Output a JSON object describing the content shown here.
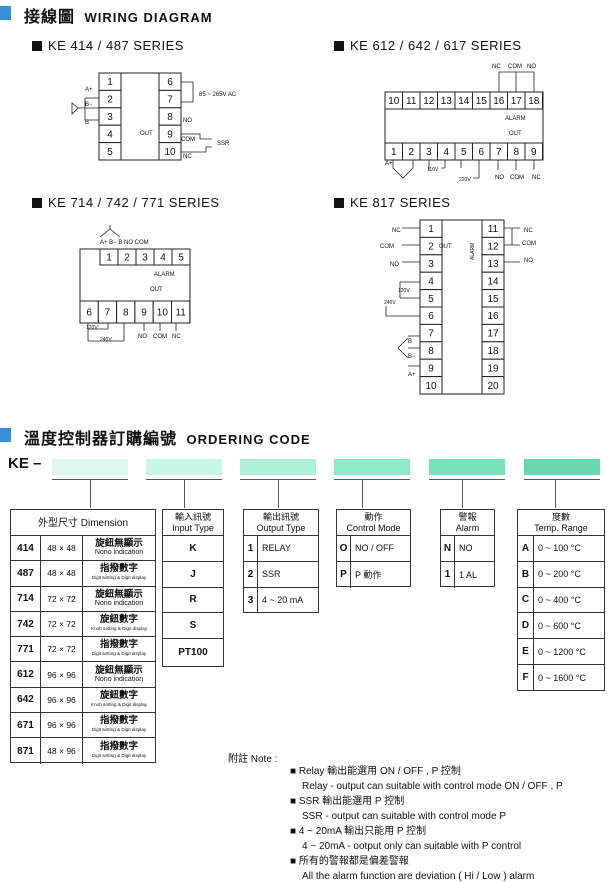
{
  "header": {
    "title_cn": "接線圖",
    "title_en": "WIRING DIAGRAM"
  },
  "series": {
    "s1": "KE 414 / 487  SERIES",
    "s2": "KE 612 / 642 / 617  SERIES",
    "s3": "KE 714 / 742 / 771  SERIES",
    "s4": "KE 817  SERIES"
  },
  "diag": {
    "d1_left": [
      "1",
      "2",
      "3",
      "4",
      "5"
    ],
    "d1_right": [
      "6",
      "7",
      "8",
      "9",
      "10"
    ],
    "d1_power": "85 ~ 265V AC",
    "d1_out": "OUT",
    "d1_ssr": "SSR",
    "d1_no": "NO",
    "d1_com": "COM",
    "d1_nc": "NC",
    "d1_ap": "A+",
    "d1_bm": "B−",
    "d1_b": "B",
    "d2_top": [
      "10",
      "11",
      "12",
      "13",
      "14",
      "15",
      "16",
      "17",
      "18"
    ],
    "d2_bot": [
      "1",
      "2",
      "3",
      "4",
      "5",
      "6",
      "7",
      "8",
      "9"
    ],
    "d2_alarm": "ALARM",
    "d2_out": "OUT",
    "d2_110": "110V",
    "d2_220": "220V",
    "d2_nc": "NC",
    "d2_com": "COM",
    "d2_no": "NO",
    "d3_top": [
      "1",
      "2",
      "3",
      "4",
      "5"
    ],
    "d3_bot": [
      "6",
      "7",
      "8",
      "9",
      "10",
      "11"
    ],
    "d3_alarm": "ALARM",
    "d3_out": "OUT",
    "d3_120": "120V",
    "d3_240": "240V",
    "d3_hdr": "A+  B−   B  NO  COM",
    "d4_left": [
      "1",
      "2",
      "3",
      "4",
      "5",
      "6",
      "7",
      "8",
      "9",
      "10"
    ],
    "d4_right": [
      "11",
      "12",
      "13",
      "14",
      "15",
      "16",
      "17",
      "18",
      "19",
      "20"
    ],
    "d4_out": "OUT",
    "d4_alarm": "ALARM",
    "d4_120": "120V",
    "d4_240": "240V",
    "d4_nc": "NC",
    "d4_com": "COM",
    "d4_no": "NO"
  },
  "ordering": {
    "title_cn": "溫度控制器訂購編號",
    "title_en": "ORDERING CODE",
    "prefix": "KE –",
    "box_colors": [
      "#dff8ee",
      "#c9f5e3",
      "#aef0d6",
      "#8eeac8",
      "#78e0ba",
      "#68d8b0"
    ]
  },
  "dimension": {
    "header_cn": "外型尺寸",
    "header_en": "Dimension",
    "rows": [
      {
        "code": "414",
        "size": "48 × 48",
        "cn": "旋鈕無顯示",
        "en": "Nono indication"
      },
      {
        "code": "487",
        "size": "48 × 48",
        "cn": "指撥數字",
        "en": "Digit setting & Digit display"
      },
      {
        "code": "714",
        "size": "72 × 72",
        "cn": "旋鈕無顯示",
        "en": "Nono indication"
      },
      {
        "code": "742",
        "size": "72 × 72",
        "cn": "旋鈕數字",
        "en": "Knob setting & Digit display"
      },
      {
        "code": "771",
        "size": "72 × 72",
        "cn": "指撥數字",
        "en": "Digit setting & Digit display"
      },
      {
        "code": "612",
        "size": "96 × 96",
        "cn": "旋鈕無顯示",
        "en": "Nono indication"
      },
      {
        "code": "642",
        "size": "96 × 96",
        "cn": "旋鈕數字",
        "en": "Knob setting & Digit display"
      },
      {
        "code": "671",
        "size": "96 × 96",
        "cn": "指撥數字",
        "en": "Digit setting & Digit display"
      },
      {
        "code": "871",
        "size": "48 × 96",
        "cn": "指撥數字",
        "en": "Digit setting & Digit display"
      }
    ]
  },
  "input": {
    "header_cn": "輸入訊號",
    "header_en": "Input Type",
    "rows": [
      "K",
      "J",
      "R",
      "S",
      "PT100"
    ]
  },
  "output": {
    "header_cn": "輸出訊號",
    "header_en": "Output Type",
    "rows": [
      {
        "code": "1",
        "val": "RELAY"
      },
      {
        "code": "2",
        "val": "SSR"
      },
      {
        "code": "3",
        "val": "4 ~ 20 mA"
      }
    ]
  },
  "control": {
    "header_cn": "動作",
    "header_en": "Control Mode",
    "rows": [
      {
        "code": "O",
        "val": "NO / OFF"
      },
      {
        "code": "P",
        "val": "P 動作"
      }
    ]
  },
  "alarm": {
    "header_cn": "警報",
    "header_en": "Alarm",
    "rows": [
      {
        "code": "N",
        "val": "NO"
      },
      {
        "code": "1",
        "val": "1 AL"
      }
    ]
  },
  "temp": {
    "header_cn": "度數",
    "header_en": "Temp. Range",
    "rows": [
      {
        "code": "A",
        "val": "0 ~ 100 °C"
      },
      {
        "code": "B",
        "val": "0 ~ 200 °C"
      },
      {
        "code": "C",
        "val": "0 ~ 400 °C"
      },
      {
        "code": "D",
        "val": "0 ~ 600 °C"
      },
      {
        "code": "E",
        "val": "0 ~ 1200 °C"
      },
      {
        "code": "F",
        "val": "0 ~ 1600 °C"
      }
    ]
  },
  "notes": {
    "label": "附註   Note :",
    "items": [
      {
        "cn": "■ Relay 輸出能選用  ON / OFF , P 控制",
        "en": "Relay - output  can  suitable  with  control  mode  ON / OFF , P"
      },
      {
        "cn": "■ SSR 輸出能選用  P 控制",
        "en": "SSR - output  can  suitable  with  control  mode  P"
      },
      {
        "cn": "■ 4 ~ 20mA 輸出只能用  P 控制",
        "en": "4 ~ 20mA - ootput  only  can  suitable  with  P  control"
      },
      {
        "cn": "■ 所有的警報都是偏差警報",
        "en": "All  the  alarm  function  are  deviation  ( Hi / Low )  alarm"
      }
    ]
  }
}
